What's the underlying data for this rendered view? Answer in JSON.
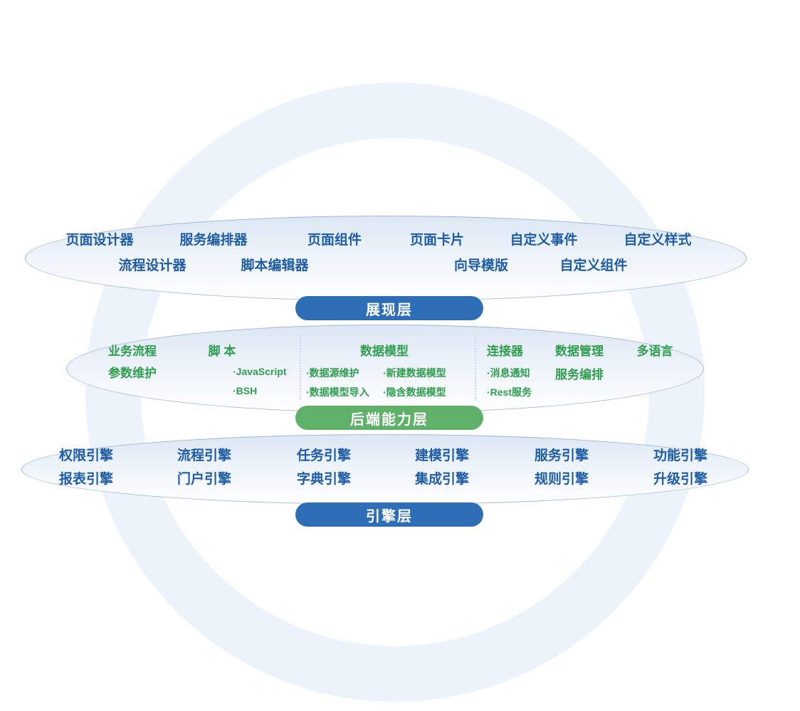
{
  "layers": {
    "presentation": {
      "label": "展现层",
      "row1": [
        "页面设计器",
        "服务编排器",
        "页面组件",
        "页面卡片",
        "自定义事件",
        "自定义样式"
      ],
      "row2": [
        "流程设计器",
        "脚本编辑器",
        "向导模版",
        "自定义组件"
      ]
    },
    "backend": {
      "label": "后端能力层",
      "business": [
        "业务流程",
        "参数维护"
      ],
      "script": {
        "title": "脚 本",
        "items": [
          "·JavaScript",
          "·BSH"
        ]
      },
      "data_model": {
        "title": "数据模型",
        "left": [
          "·数据源维护",
          "·数据模型导入"
        ],
        "right": [
          "·新建数据模型",
          "·隐含数据模型"
        ]
      },
      "connector": {
        "title": "连接器",
        "items": [
          "·消息通知",
          "·Rest服务"
        ]
      },
      "data_mgmt": [
        "数据管理",
        "服务编排"
      ],
      "multilang": "多语言"
    },
    "engine": {
      "label": "引擎层",
      "row1": [
        "权限引擎",
        "流程引擎",
        "任务引擎",
        "建模引擎",
        "服务引擎",
        "功能引擎"
      ],
      "row2": [
        "报表引擎",
        "门户引擎",
        "字典引擎",
        "集成引擎",
        "规则引擎",
        "升级引擎"
      ]
    }
  },
  "colors": {
    "blue_text": "#1e5ca6",
    "green_text": "#2f9e4f",
    "pill_blue": "#2e6eb6",
    "pill_green": "#5fb069",
    "ring_color": "#ecf3fb"
  }
}
